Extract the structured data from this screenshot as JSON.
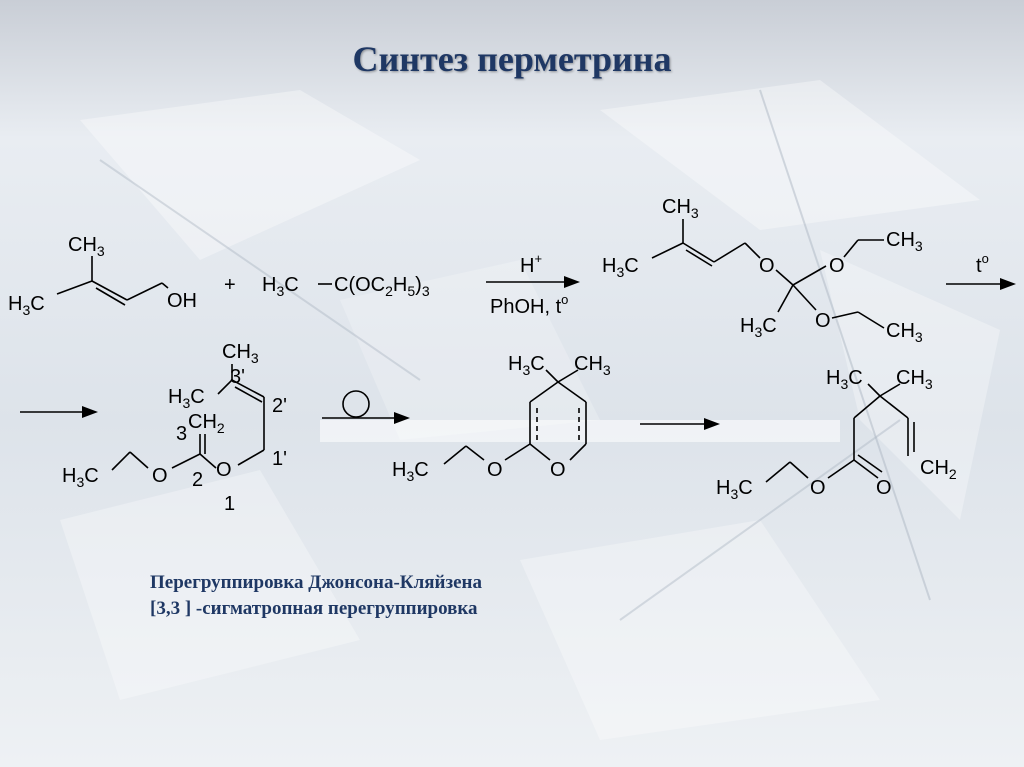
{
  "title": "Синтез перметрина",
  "reagents": {
    "step1_top": "H",
    "step1_top_sup": "+",
    "step1_bottom": "PhOH, t",
    "step1_bottom_sup": "o",
    "step2_top": "t",
    "step2_top_sup": "o"
  },
  "labels": {
    "plus": "+",
    "CH": "CH",
    "sub3": "3",
    "sub2": "2",
    "sub5": "5",
    "H": "H",
    "C": "C",
    "OH": "OH",
    "O": "O",
    "C_OC": "C(OC",
    "H5_close": ")",
    "n1": "1",
    "n2": "2",
    "n3": "3",
    "n1p": "1'",
    "n2p": "2'",
    "n3p": "3'"
  },
  "caption": {
    "line1": "Перегруппировка Джонсона-Кляйзена",
    "line2": "[3,3 ] -сигматропная перегруппировка"
  },
  "colors": {
    "title": "#1f3864",
    "caption": "#1f3864"
  }
}
